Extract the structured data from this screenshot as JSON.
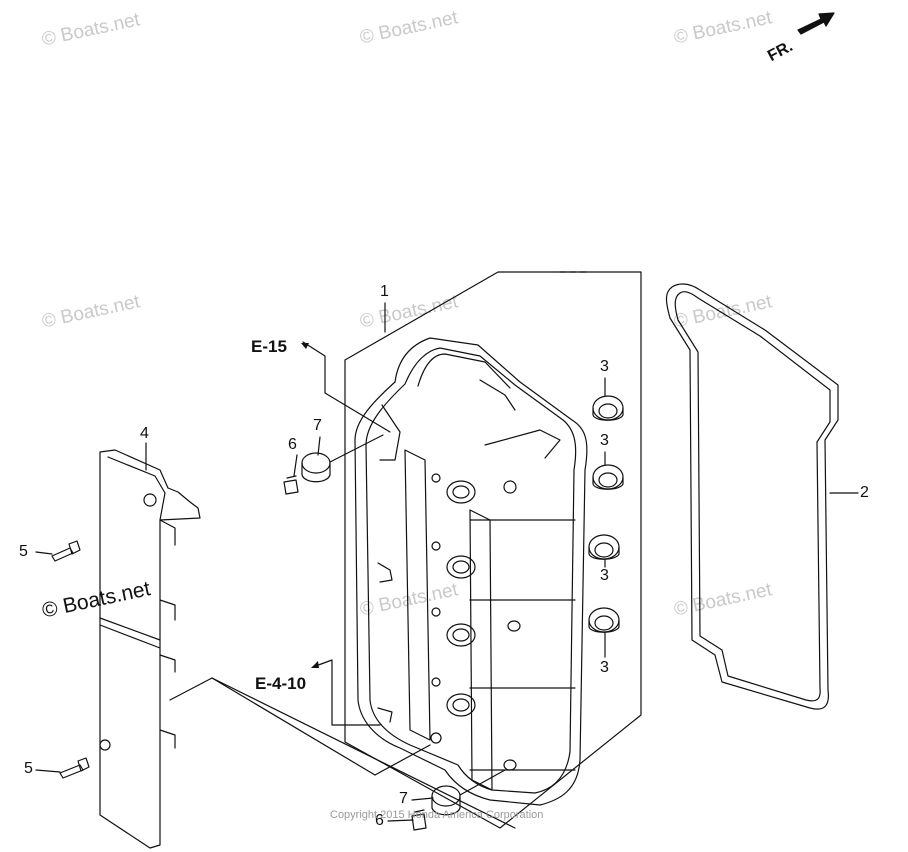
{
  "watermark": "© Boats.net",
  "watermark_bold": "© Boats.net",
  "direction_label": "FR.",
  "references": {
    "e15": "E-15",
    "e410": "E-4-10"
  },
  "callouts": {
    "p1": "1",
    "p2": "2",
    "p3a": "3",
    "p3b": "3",
    "p3c": "3",
    "p3d": "3",
    "p4": "4",
    "p5a": "5",
    "p5b": "5",
    "p6a": "6",
    "p6b": "6",
    "p7a": "7",
    "p7b": "7"
  },
  "copyright": "Copyright 2015 Honda America Corporation",
  "colors": {
    "line": "#111111",
    "watermark": "#c9c9c9"
  }
}
